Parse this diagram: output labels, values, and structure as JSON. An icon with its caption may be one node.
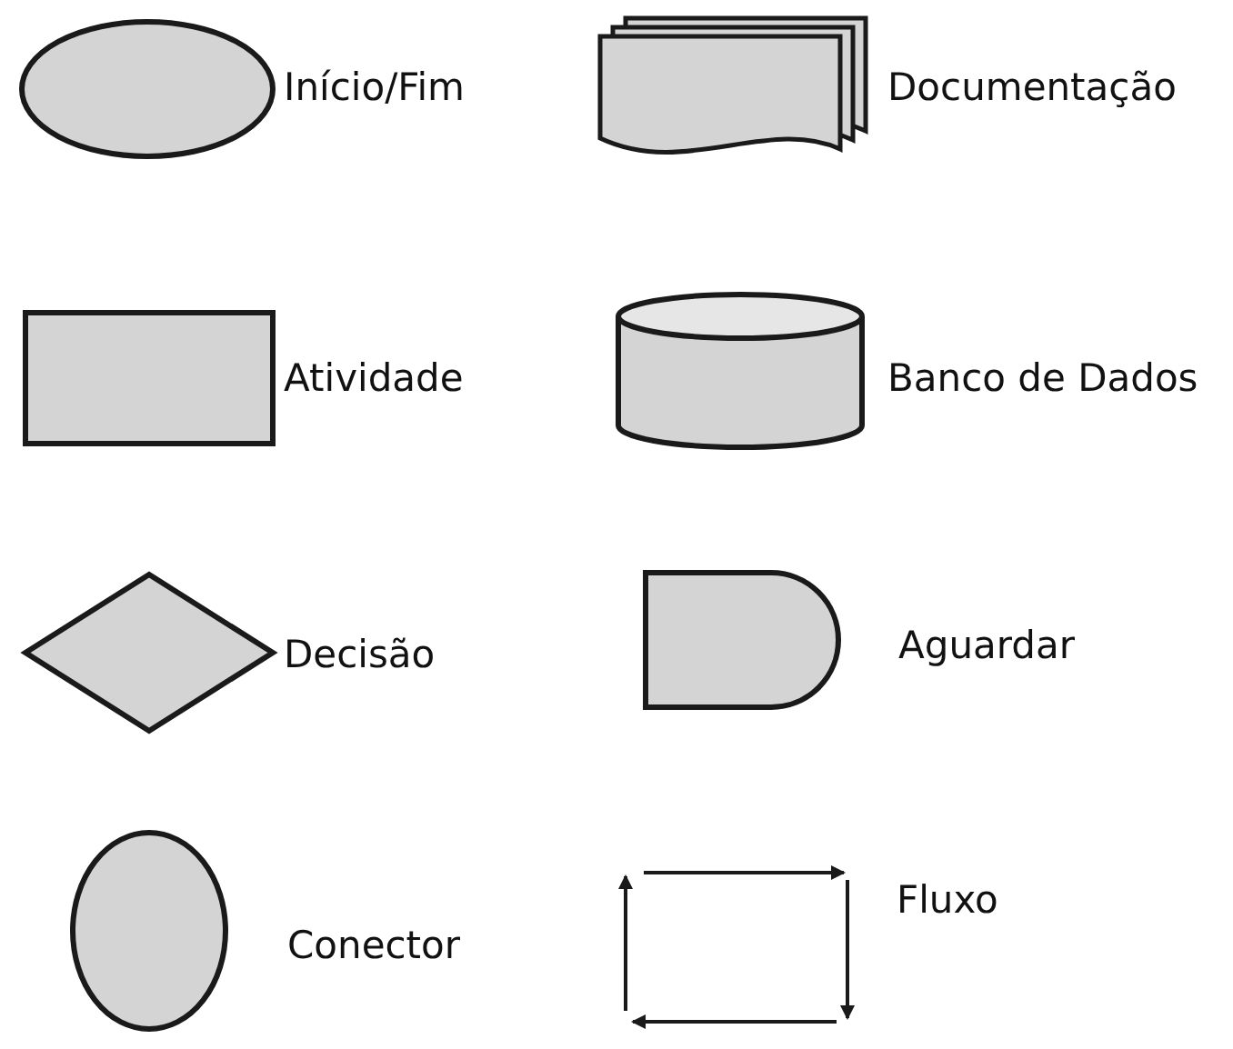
{
  "diagram": {
    "legend": [
      {
        "text": "Início/Fim"
      },
      {
        "text": "Documentação"
      },
      {
        "text": "Atividade"
      },
      {
        "text": "Banco de Dados"
      },
      {
        "text": "Decisão"
      },
      {
        "text": "Aguardar"
      },
      {
        "text": "Conector"
      },
      {
        "text": "Fluxo"
      }
    ]
  }
}
